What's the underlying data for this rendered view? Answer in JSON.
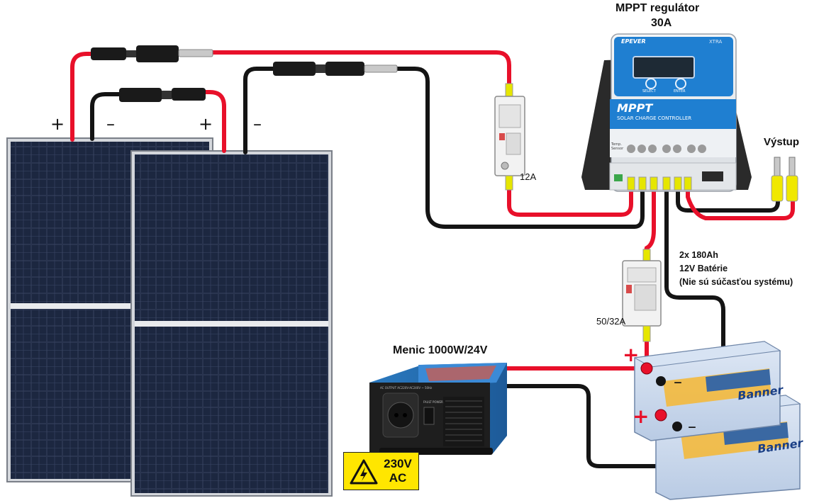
{
  "labels": {
    "controller_title_line1": "MPPT regulátor",
    "controller_title_line2": "30A",
    "output": "Výstup",
    "fuse_pv": "12A",
    "fuse_battery": "50/32A",
    "battery_line1": "2x 180Ah",
    "battery_line2": "12V Batérie",
    "battery_line3": "(Nie sú súčasťou systému)",
    "inverter": "Menic 1000W/24V",
    "warning_line1": "230V",
    "warning_line2": "AC"
  },
  "polarity": {
    "plus": "+",
    "minus": "–"
  },
  "device_text": {
    "brand": "EPEVER",
    "model": "XTRA",
    "mppt": "MPPT",
    "subtitle": "SOLAR CHARGE CONTROLLER",
    "btn_select": "SELECT",
    "btn_enter": "ENTER",
    "temp_sensor": "Temp. Sensor",
    "battery_brand": "Banner",
    "inverter_plate": "AC OUTPUT AC220V-AC240V ~ 50Hz",
    "inverter_switch": "FAULT POWER"
  },
  "colors": {
    "wire_positive": "#e8102a",
    "wire_negative": "#141414",
    "controller_blue": "#1f7fd1",
    "battery_blue": "#c9d8ec",
    "inverter_blue": "#2a6fb0",
    "warning_yellow": "#ffe600"
  }
}
